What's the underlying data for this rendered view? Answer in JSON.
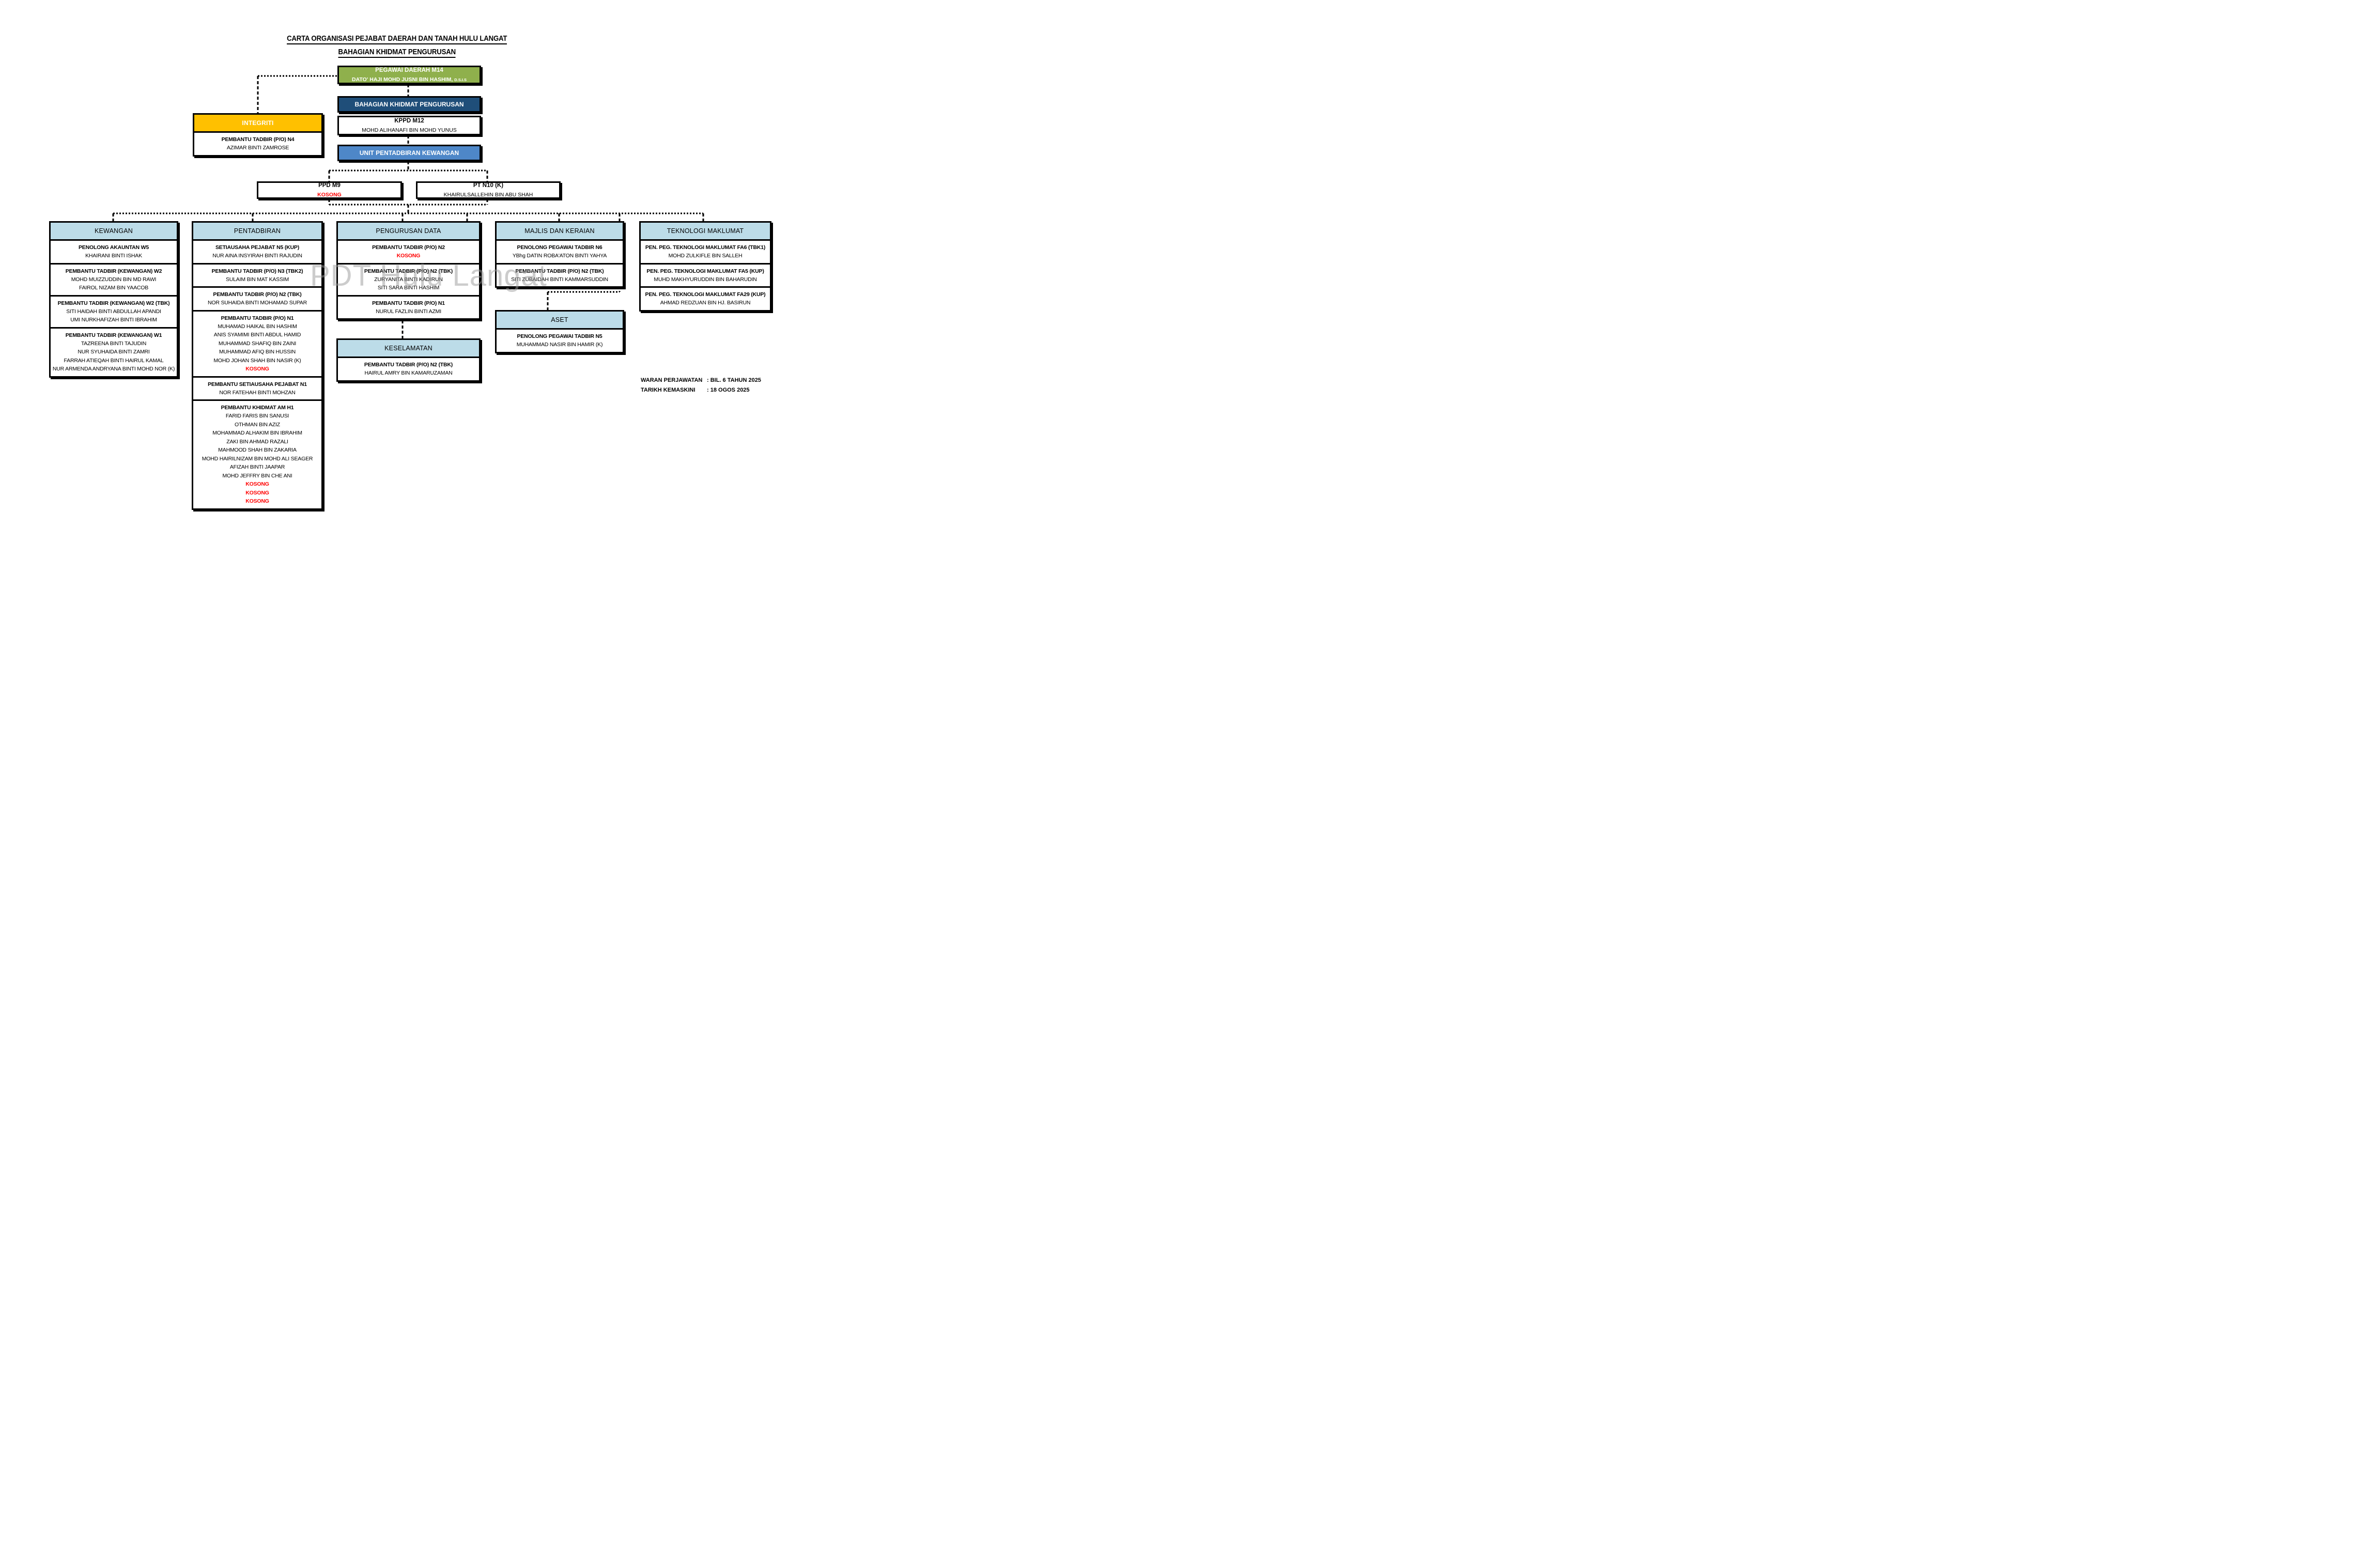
{
  "title": {
    "line1": "CARTA ORGANISASI PEJABAT DAERAH DAN TANAH HULU LANGAT",
    "line2": "BAHAGIAN KHIDMAT PENGURUSAN"
  },
  "top": {
    "pegawai_daerah": {
      "post": "PEGAWAI DAERAH M14",
      "name": "DATO' HAJI MOHD JUSNI BIN HASHIM,",
      "suffix": "D.S.I.S"
    },
    "bahagian": "BAHAGIAN KHIDMAT PENGURUSAN",
    "kppd": {
      "post": "KPPD M12",
      "name": "MOHD ALIHANAFI BIN MOHD YUNUS"
    },
    "unit": "UNIT PENTADBIRAN KEWANGAN",
    "integriti": {
      "header": "INTEGRITI",
      "post": "PEMBANTU TADBIR (P/O) N4",
      "name": "AZIMAR BINTI ZAMROSE"
    },
    "ppd": {
      "post": "PPD M9",
      "name": "KOSONG",
      "vacant": true
    },
    "pt": {
      "post": "PT N10 (K)",
      "name": "KHAIRULSALLEHIN BIN ABU SHAH"
    }
  },
  "columns": [
    {
      "id": "kewangan",
      "header": "KEWANGAN",
      "sections": [
        {
          "post": "PENOLONG AKAUNTAN W5",
          "names": [
            {
              "text": "KHAIRANI BINTI ISHAK",
              "vacant": false
            }
          ]
        },
        {
          "post": "PEMBANTU TADBIR (KEWANGAN) W2",
          "names": [
            {
              "text": "MOHD MUIZZUDDIN BIN MD RAWI",
              "vacant": false
            },
            {
              "text": "FAIROL NIZAM BIN YAACOB",
              "vacant": false
            }
          ]
        },
        {
          "post": "PEMBANTU TADBIR (KEWANGAN) W2 (TBK)",
          "names": [
            {
              "text": "SITI HAIDAH BINTI ABDULLAH APANDI",
              "vacant": false
            },
            {
              "text": "UMI NURKHAFIZAH BINTI IBRAHIM",
              "vacant": false
            }
          ]
        },
        {
          "post": "PEMBANTU TADBIR (KEWANGAN) W1",
          "names": [
            {
              "text": "TAZREENA BINTI TAJUDIN",
              "vacant": false
            },
            {
              "text": "NUR SYUHAIDA BINTI ZAMRI",
              "vacant": false
            },
            {
              "text": "FARRAH ATIEQAH BINTI HAIRUL KAMAL",
              "vacant": false
            },
            {
              "text": "NUR ARMENDA ANDRYANA BINTI MOHD NOR (K)",
              "vacant": false
            }
          ]
        }
      ]
    },
    {
      "id": "pentadbiran",
      "header": "PENTADBIRAN",
      "sections": [
        {
          "post": "SETIAUSAHA PEJABAT N5 (KUP)",
          "names": [
            {
              "text": "NUR AINA INSYIRAH BINTI RAJUDIN",
              "vacant": false
            }
          ]
        },
        {
          "post": "PEMBANTU TADBIR (P/O) N3 (TBK2)",
          "names": [
            {
              "text": "SULAIM BIN MAT KASSIM",
              "vacant": false
            }
          ]
        },
        {
          "post": "PEMBANTU TADBIR (P/O) N2 (TBK)",
          "names": [
            {
              "text": "NOR SUHAIDA BINTI MOHAMAD SUPAR",
              "vacant": false
            }
          ]
        },
        {
          "post": "PEMBANTU TADBIR (P/O) N1",
          "names": [
            {
              "text": "MUHAMAD HAIKAL BIN HASHIM",
              "vacant": false
            },
            {
              "text": "ANIS SYAMIMI BINTI ABDUL HAMID",
              "vacant": false
            },
            {
              "text": "MUHAMMAD SHAFIQ BIN ZAINI",
              "vacant": false
            },
            {
              "text": "MUHAMMAD AFIQ BIN HUSSIN",
              "vacant": false
            },
            {
              "text": "MOHD JOHAN SHAH BIN NASIR (K)",
              "vacant": false
            },
            {
              "text": "KOSONG",
              "vacant": true
            }
          ]
        },
        {
          "post": "PEMBANTU SETIAUSAHA PEJABAT N1",
          "names": [
            {
              "text": "NOR FATEHAH BINTI MOHZAN",
              "vacant": false
            }
          ]
        },
        {
          "post": "PEMBANTU KHIDMAT AM H1",
          "names": [
            {
              "text": "FARID FARIS BIN SANUSI",
              "vacant": false
            },
            {
              "text": "OTHMAN BIN AZIZ",
              "vacant": false
            },
            {
              "text": "MOHAMMAD ALHAKIM BIN IBRAHIM",
              "vacant": false
            },
            {
              "text": "ZAKI BIN AHMAD RAZALI",
              "vacant": false
            },
            {
              "text": "MAHMOOD SHAH BIN ZAKARIA",
              "vacant": false
            },
            {
              "text": "MOHD HAIRILNIZAM BIN MOHD ALI SEAGER",
              "vacant": false
            },
            {
              "text": "AFIZAH BINTI JAAPAR",
              "vacant": false
            },
            {
              "text": "MOHD JEFFRY BIN CHE ANI",
              "vacant": false
            },
            {
              "text": "KOSONG",
              "vacant": true
            },
            {
              "text": "KOSONG",
              "vacant": true
            },
            {
              "text": "KOSONG",
              "vacant": true
            }
          ]
        }
      ]
    },
    {
      "id": "pdata",
      "header": "PENGURUSAN DATA",
      "sections": [
        {
          "post": "PEMBANTU TADBIR (P/O) N2",
          "names": [
            {
              "text": "KOSONG",
              "vacant": true
            }
          ]
        },
        {
          "post": "PEMBANTU TADBIR (P/O) N2 (TBK)",
          "names": [
            {
              "text": "ZURYANITA BINTI KADIRUN",
              "vacant": false
            },
            {
              "text": "SITI SARA BINTI HASHIM",
              "vacant": false
            }
          ]
        },
        {
          "post": "PEMBANTU TADBIR (P/O) N1",
          "names": [
            {
              "text": "NURUL FAZLIN BINTI AZMI",
              "vacant": false
            }
          ]
        }
      ]
    },
    {
      "id": "majlis",
      "header": "MAJLIS DAN KERAIAN",
      "sections": [
        {
          "post": "PENOLONG PEGAWAI TADBIR N6",
          "names": [
            {
              "text": "YBhg DATIN ROBA'ATON BINTI YAHYA",
              "vacant": false
            }
          ]
        },
        {
          "post": "PEMBANTU TADBIR (P/O) N2 (TBK)",
          "names": [
            {
              "text": "SITI ZUBAIDAH BINTI KAMMARSUDDIN",
              "vacant": false
            }
          ]
        }
      ]
    },
    {
      "id": "tekno",
      "header": "TEKNOLOGI MAKLUMAT",
      "sections": [
        {
          "post": "PEN. PEG. TEKNOLOGI MAKLUMAT FA6 (TBK1)",
          "names": [
            {
              "text": "MOHD ZULKIFLE BIN SALLEH",
              "vacant": false
            }
          ]
        },
        {
          "post": "PEN. PEG. TEKNOLOGI MAKLUMAT FA5 (KUP)",
          "names": [
            {
              "text": "MUHD MAKHYURUDDIN BIN BAHARUDIN",
              "vacant": false
            }
          ]
        },
        {
          "post": "PEN. PEG. TEKNOLOGI MAKLUMAT FA29 (KUP)",
          "names": [
            {
              "text": "AHMAD REDZUAN BIN HJ. BASIRUN",
              "vacant": false
            }
          ]
        }
      ]
    },
    {
      "id": "aset",
      "header": "ASET",
      "sections": [
        {
          "post": "PENOLONG PEGAWAI TADBIR N5",
          "names": [
            {
              "text": "MUHAMMAD NASIR BIN HAMIR (K)",
              "vacant": false
            }
          ]
        }
      ]
    },
    {
      "id": "keselamatan",
      "header": "KESELAMATAN",
      "sections": [
        {
          "post": "PEMBANTU TADBIR (P/O) N2 (TBK)",
          "names": [
            {
              "text": "HAIRUL AMRY BIN KAMARUZAMAN",
              "vacant": false
            }
          ]
        }
      ]
    }
  ],
  "footer": {
    "rows": [
      {
        "label": "WARAN PERJAWATAN",
        "value": ": BIL. 6 TAHUN 2025"
      },
      {
        "label": "TARIKH KEMASKINI",
        "value": ": 18 OGOS 2025"
      }
    ]
  },
  "watermark": "PDT Hulu Langat",
  "colors": {
    "green": "#8FB04C",
    "dark_blue": "#1F4E79",
    "mid_blue": "#4E87C8",
    "orange": "#FFC000",
    "light_blue": "#BCDCE8",
    "vacant_red": "#FF0000",
    "watermark_gray": "#9A9A9A"
  }
}
